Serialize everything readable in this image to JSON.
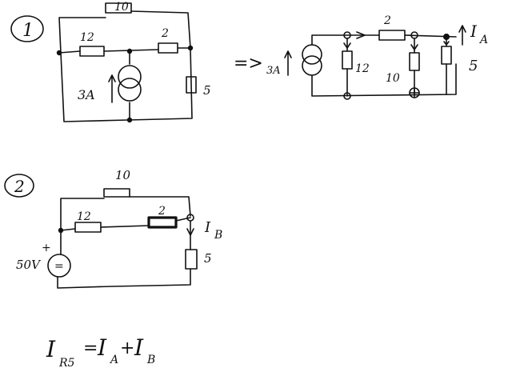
{
  "colors": {
    "ink": "#111111",
    "background": "#ffffff"
  },
  "step_one": {
    "number": "1"
  },
  "step_two": {
    "number": "2"
  },
  "circuit_one": {
    "r_top": "10",
    "r_left": "12",
    "r_right": "2",
    "r_side": "5",
    "source_label": "3A"
  },
  "equivalent": {
    "arrow": "=>",
    "source_label": "3A",
    "r_series": "2",
    "r_a": "12",
    "r_b": "10",
    "r_c": "5",
    "current_label": "I",
    "current_sub": "A"
  },
  "circuit_two": {
    "r_top": "10",
    "r_left": "12",
    "r_mid": "2",
    "r_side": "5",
    "source_voltage": "50V",
    "source_plus": "+",
    "source_symbol": "=",
    "current_label": "I",
    "current_sub": "B"
  },
  "equation": {
    "lhs": "I",
    "lhs_sub": "R5",
    "equals": "=",
    "t1": "I",
    "t1_sub": "A",
    "plus": "+",
    "t2": "I",
    "t2_sub": "B"
  }
}
